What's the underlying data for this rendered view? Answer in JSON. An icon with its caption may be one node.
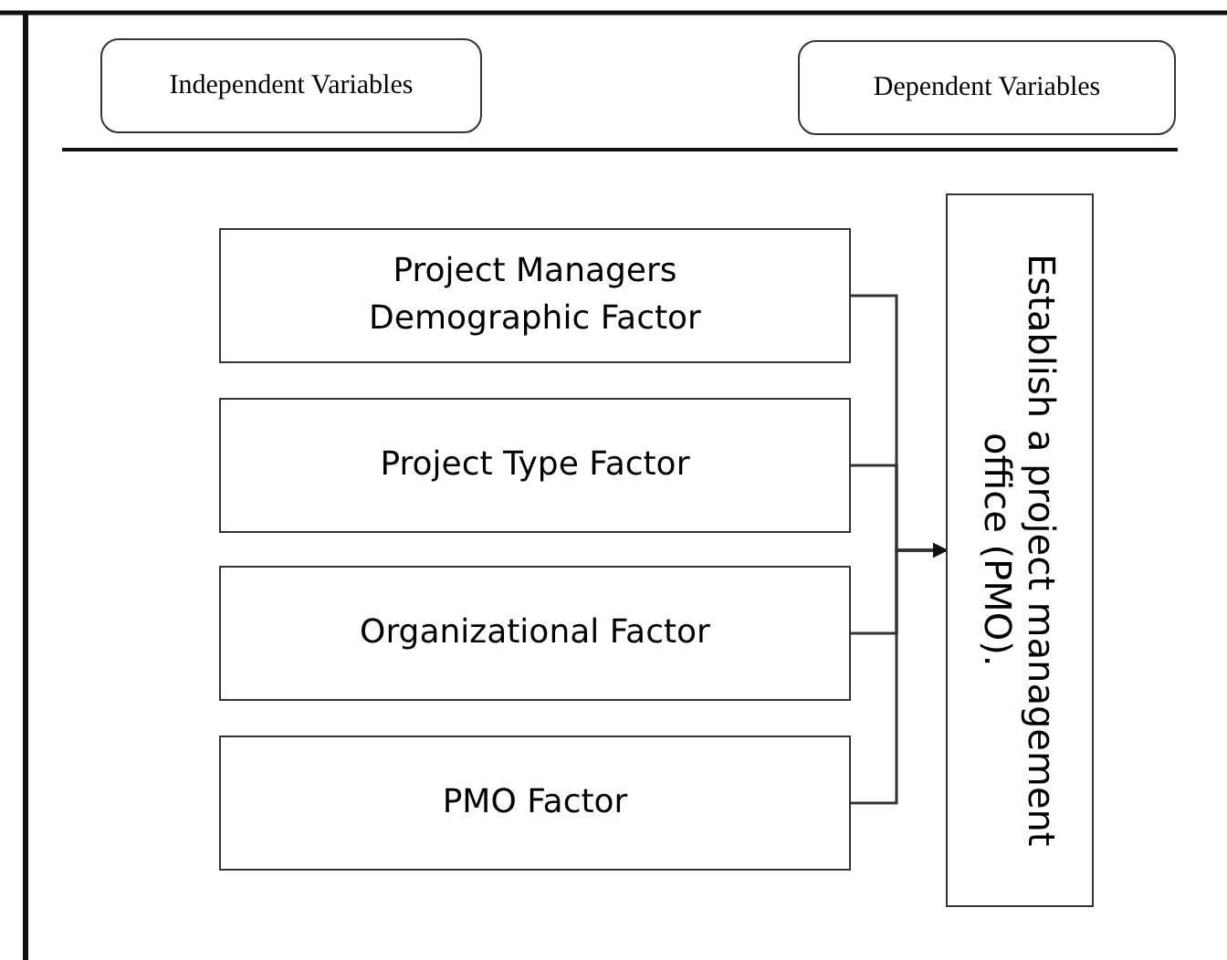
{
  "diagram": {
    "nodes": [
      {
        "text": [
          "Independent Variables"
        ]
      },
      {
        "text": [
          "Dependent Variables"
        ]
      },
      {
        "text": [
          "Project Managers Demographic Factor"
        ]
      },
      {
        "text": [
          "Project Type Factor"
        ]
      },
      {
        "text": [
          "Organizational Factor"
        ]
      },
      {
        "text": [
          "PMO Factor"
        ]
      },
      {
        "text": [
          "Establish a project management office (PMO)."
        ]
      }
    ],
    "edges": [
      {
        "from": 2,
        "to": 6,
        "arrow": "to"
      },
      {
        "from": 3,
        "to": 6,
        "arrow": "to"
      },
      {
        "from": 4,
        "to": 6,
        "arrow": "to"
      },
      {
        "from": 5,
        "to": 6,
        "arrow": "to"
      }
    ]
  }
}
